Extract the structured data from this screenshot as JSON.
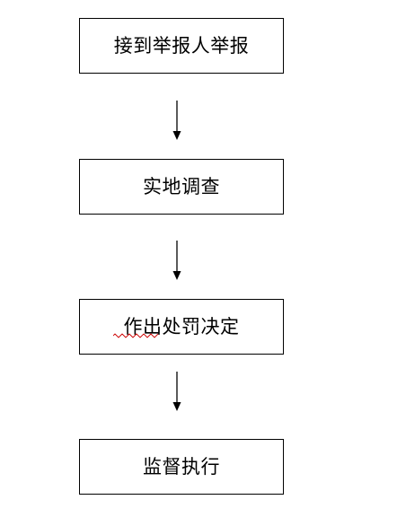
{
  "flowchart": {
    "steps": [
      {
        "label": "接到举报人举报"
      },
      {
        "label": "实地调查"
      },
      {
        "label": "作出处罚决定"
      },
      {
        "label": "监督执行"
      }
    ]
  },
  "colors": {
    "border": "#000000",
    "text": "#000000",
    "background": "#ffffff",
    "spellcheck_underline": "#cc0000"
  }
}
